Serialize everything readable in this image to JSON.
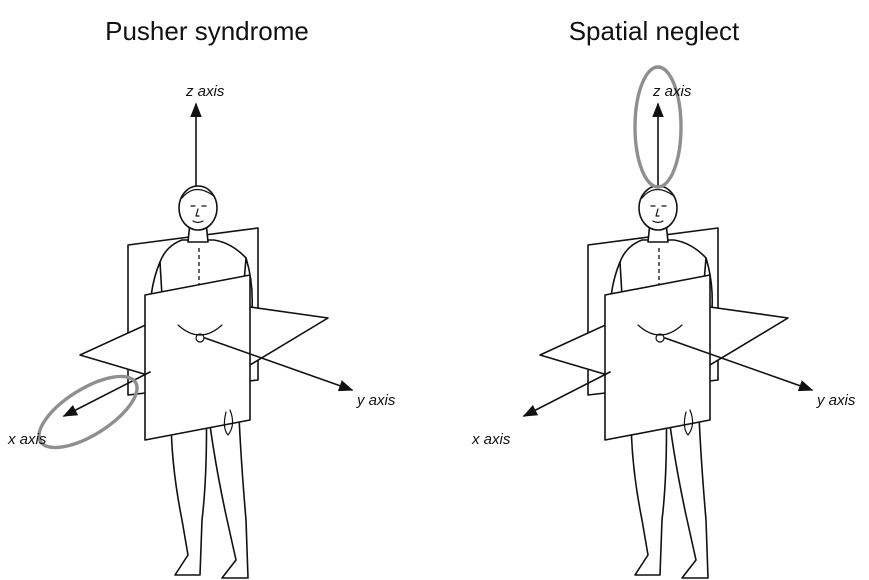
{
  "panels": [
    {
      "title": "Pusher syndrome",
      "axes": {
        "z": "z axis",
        "y": "y axis",
        "x": "x axis"
      },
      "highlighted_axis": "x"
    },
    {
      "title": "Spatial neglect",
      "axes": {
        "z": "z axis",
        "y": "y axis",
        "x": "x axis"
      },
      "highlighted_axis": "z"
    }
  ],
  "colors": {
    "highlight": "#8f8f8f",
    "ink": "#111111"
  }
}
